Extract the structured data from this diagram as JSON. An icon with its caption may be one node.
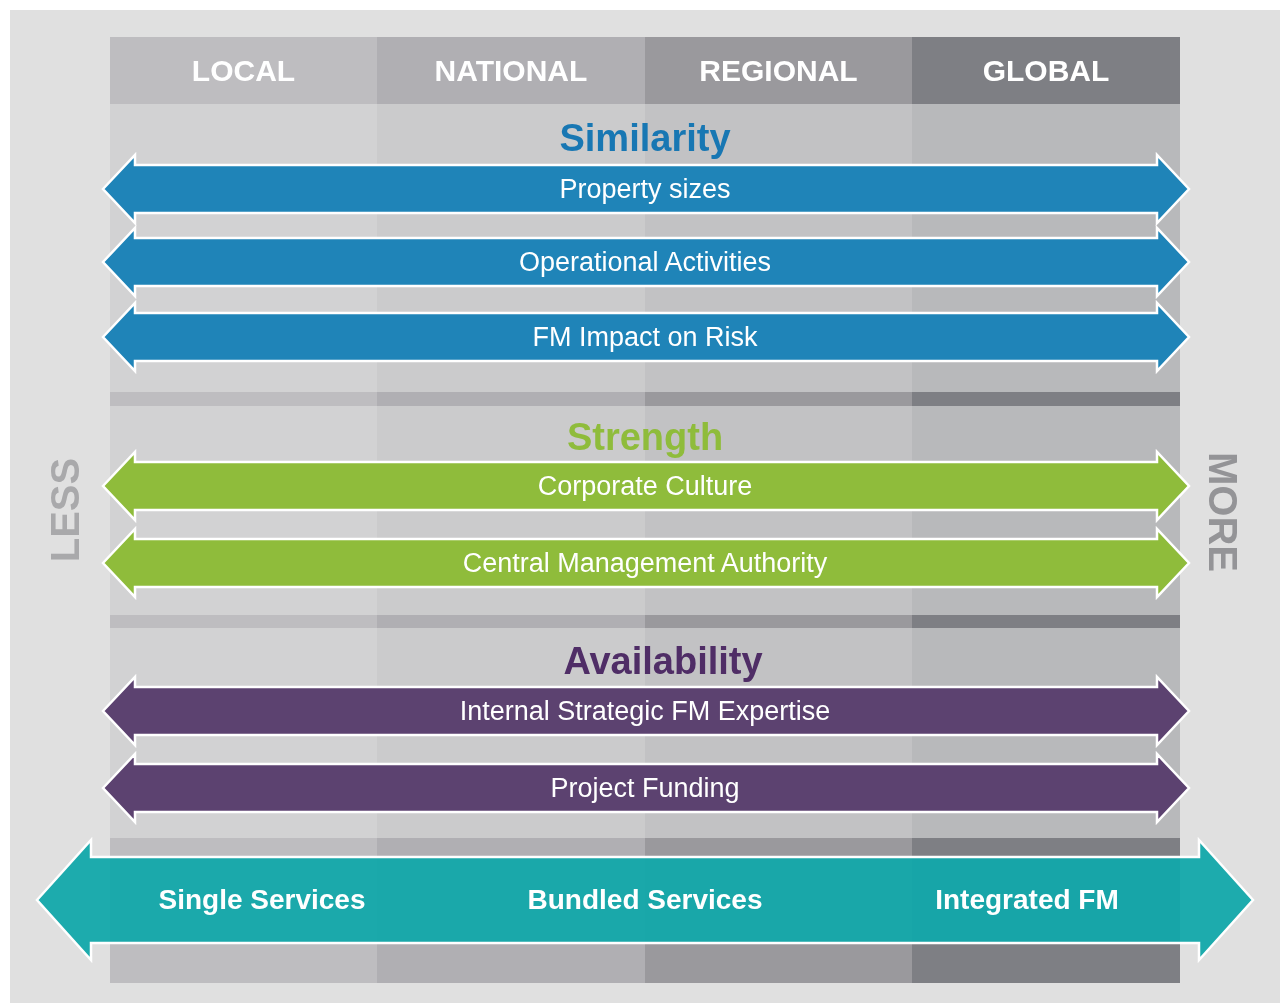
{
  "diagram": {
    "nodes": [
      {
        "text": [
          "LOCAL"
        ]
      },
      {
        "text": [
          "NATIONAL"
        ]
      },
      {
        "text": [
          "REGIONAL"
        ]
      },
      {
        "text": [
          "GLOBAL"
        ]
      },
      {
        "text": [
          "Property sizes"
        ]
      },
      {
        "text": [
          "Operational Activities"
        ]
      },
      {
        "text": [
          "FM Impact on Risk"
        ]
      },
      {
        "text": [
          "Corporate Culture"
        ]
      },
      {
        "text": [
          "Central Management Authority"
        ]
      },
      {
        "text": [
          "Internal Strategic FM Expertise"
        ]
      },
      {
        "text": [
          "Project Funding"
        ]
      },
      {
        "text": [
          "Single Services",
          "Bundled Services",
          "Integrated FM"
        ]
      }
    ],
    "edges": [],
    "labels": [
      "Similarity",
      "Strength",
      "LESS",
      "MORE",
      "Availability"
    ]
  }
}
